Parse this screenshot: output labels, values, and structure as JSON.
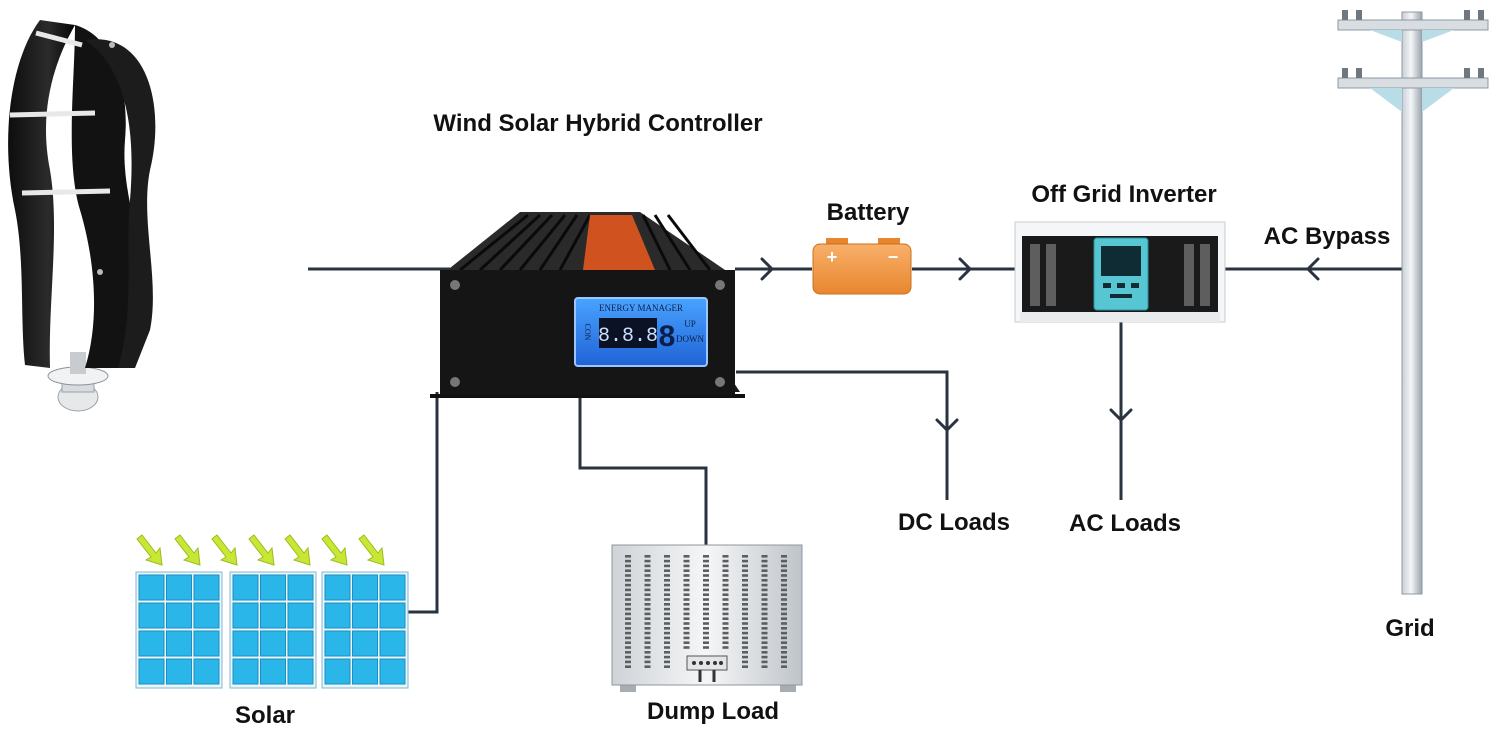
{
  "labels": {
    "controller": "Wind Solar Hybrid Controller",
    "battery": "Battery",
    "inverter": "Off Grid Inverter",
    "ac_bypass": "AC Bypass",
    "dc_loads": "DC Loads",
    "ac_loads": "AC Loads",
    "grid": "Grid",
    "solar": "Solar",
    "dump_load": "Dump Load"
  },
  "controller_panel": {
    "header": "ENERGY MANAGER",
    "digits": "8.8.8",
    "big_digit": "8",
    "up": "UP",
    "down": "DOWN",
    "side": "CON"
  },
  "battery_signs": {
    "plus": "+",
    "minus": "−"
  },
  "colors": {
    "wire": "#2a3340",
    "battery": "#f29a4a",
    "solar_cell": "#2bb6ea",
    "sun_arrow": "#c6e834",
    "display": "#2e7fe6",
    "controller_label": "#d0531f",
    "inverter_display": "#57c6d3"
  }
}
